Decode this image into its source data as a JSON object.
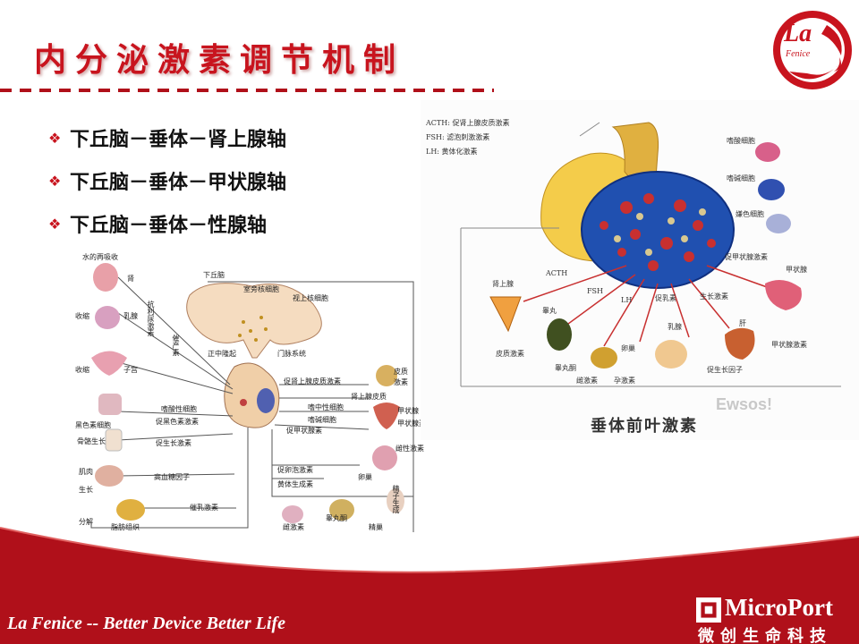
{
  "slide": {
    "title": "内分泌激素调节机制",
    "bullets": [
      "下丘脑－垂体－肾上腺轴",
      "下丘脑－垂体－甲状腺轴",
      "下丘脑－垂体－性腺轴"
    ]
  },
  "logo": {
    "text": "La",
    "subtext": "Fenice"
  },
  "left_diagram": {
    "labels": {
      "water": "水的再吸收",
      "kidney": "肾",
      "contract1": "收缩",
      "breast": "乳腺",
      "contract2": "收缩",
      "uterus": "子宫",
      "melano": "黑色素细胞",
      "muscle_growth": "骨骼生长",
      "muscle": "肌肉",
      "grow": "生长",
      "fat_tissue": "脂肪组织",
      "decompose": "分解",
      "hypothalamus": "下丘脑",
      "chamber": "室旁核细胞",
      "supra": "视上核细胞",
      "antidiuretic": "抗利尿激素",
      "oxytocin": "催产素",
      "median": "正中隆起",
      "portal": "门脉系统",
      "acth": "促肾上腺皮质激素",
      "adrenal_cortex": "皮质",
      "adrenal_hormone": "激素",
      "acidophil": "嗜酸性细胞",
      "melanocyte_h": "促黑色素激素",
      "gh": "促生长激素",
      "adrenal2": "肾上腺皮质",
      "neutral": "嗜中性细胞",
      "basophil": "嗜碱细胞",
      "tsh": "促甲状腺素",
      "thyroid": "甲状腺",
      "thyroid_h": "甲状腺素",
      "sex_h": "雌性激素",
      "hyperglycemic": "高血糖因子",
      "prolactin": "催乳激素",
      "fsh": "促卵泡激素",
      "lh": "黄体生成素",
      "ovary": "卵巢",
      "sperm": "精子生成",
      "estrogen": "雌激素",
      "testis": "睾丸酮",
      "testicle": "精巢"
    }
  },
  "right_diagram": {
    "legend": [
      "ACTH: 促肾上腺皮质激素",
      "FSH: 滤泡刺激激素",
      "LH: 黄体化激素"
    ],
    "labels": {
      "acidophil": "嗜酸细胞",
      "basophil": "嗜碱细胞",
      "chromophobe": "嫌色细胞",
      "tsh": "促甲状腺激素",
      "thyroid": "甲状腺",
      "adrenal": "肾上腺",
      "acth": "ACTH",
      "fsh": "FSH",
      "lh": "LH",
      "prolactin": "促乳素",
      "gh": "生长激素",
      "liver": "肝",
      "testis": "睾丸",
      "ovary": "卵巢",
      "mammary": "乳腺",
      "cortex_h": "皮质激素",
      "testosterone": "睾丸酮",
      "estrogen": "雌激素",
      "progesterone": "孕激素",
      "growth_factor": "促生长因子",
      "thyroid_h": "甲状腺激素"
    },
    "caption": "垂体前叶激素",
    "watermark": "Ewsos!"
  },
  "footer": {
    "slogan": "La Fenice -- Better Device Better Life",
    "company_en": "MicroPort",
    "company_cn": "微创生命科技"
  },
  "colors": {
    "brand_red": "#c8141e",
    "footer_red": "#b0101a"
  }
}
